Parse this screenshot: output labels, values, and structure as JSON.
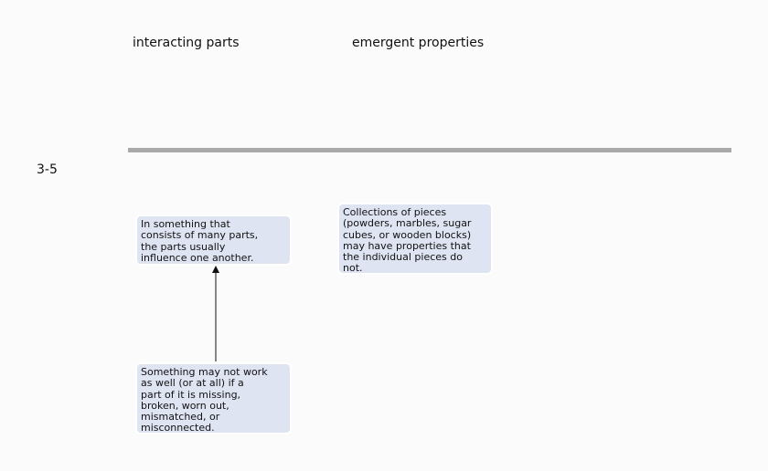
{
  "columns": {
    "interacting_parts": "interacting parts",
    "emergent_properties": "emergent properties"
  },
  "rows": {
    "grade_band": "3-5"
  },
  "nodes": {
    "influence": "In something that\nconsists of many parts,\nthe parts usually\ninfluence one another.",
    "collections": "Collections of pieces\n(powders, marbles, sugar\ncubes, or wooden blocks)\nmay have properties that\nthe individual pieces do\nnot.",
    "missing": "Something may not work\nas well (or at all) if a\npart of it is missing,\nbroken, worn out,\nmismatched, or\nmisconnected."
  },
  "colors": {
    "node_fill": "#dfe4f2",
    "divider": "#a9a9a9",
    "arrow": "#111111"
  }
}
